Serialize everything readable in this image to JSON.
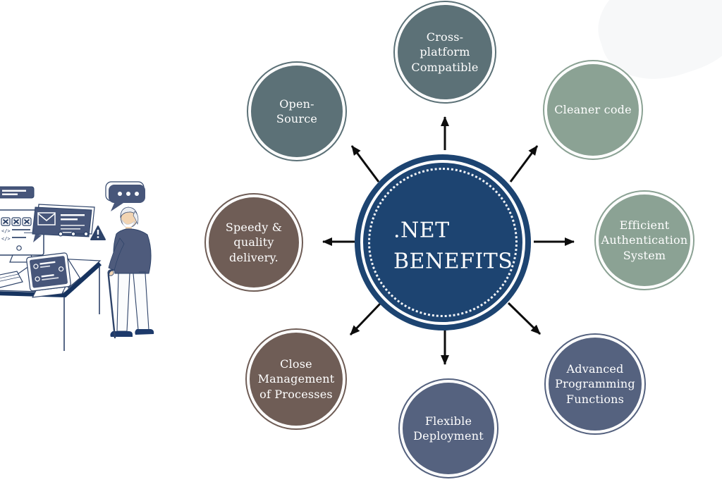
{
  "page": {
    "background": "#ffffff"
  },
  "center": {
    "label": ".NET\nBENEFITS",
    "bg_color": "#1d4471",
    "ring_color": "#ffffff"
  },
  "benefits": [
    {
      "id": "cross-platform-compatible",
      "label": "Cross-\nplatform\nCompatible",
      "color": "#5c7177"
    },
    {
      "id": "cleaner-code",
      "label": "Cleaner code",
      "color": "#8ba294"
    },
    {
      "id": "efficient-authentication-system",
      "label": "Efficient\nAuthentication\nSystem",
      "color": "#8ba294"
    },
    {
      "id": "advanced-programming-functions",
      "label": "Advanced\nProgramming\nFunctions",
      "color": "#55627f"
    },
    {
      "id": "flexible-deployment",
      "label": "Flexible\nDeployment",
      "color": "#55627f"
    },
    {
      "id": "close-management-of-processes",
      "label": "Close\nManagement\nof Processes",
      "color": "#6f5d56"
    },
    {
      "id": "speedy-quality-delivery",
      "label": "Speedy &\nquality\ndelivery.",
      "color": "#6f5d56"
    },
    {
      "id": "open-source",
      "label": "Open-\nSource",
      "color": "#5c7177"
    }
  ],
  "arrows": {
    "color": "#0d0d0d",
    "directions": [
      "up",
      "up-left",
      "up-right",
      "left",
      "right",
      "down-left",
      "down-right",
      "down"
    ]
  },
  "illustration": {
    "name": "elderly-person-at-computer-desk",
    "icons": [
      "speech-bubble-icon",
      "notification-bar-icon",
      "monitor-icon",
      "email-popup-icon",
      "progress-stepper-icon",
      "warning-triangle-icon",
      "tablet-icon",
      "keyboard-icon",
      "desk",
      "elderly-person",
      "cane-icon"
    ],
    "colors": {
      "outline": "#2e4369",
      "panel_dark": "#47567a",
      "sweater": "#4e5b7c",
      "skin": "#f2d4b2",
      "desk_edge": "#16335f",
      "shoe": "#1d3a6b"
    }
  }
}
